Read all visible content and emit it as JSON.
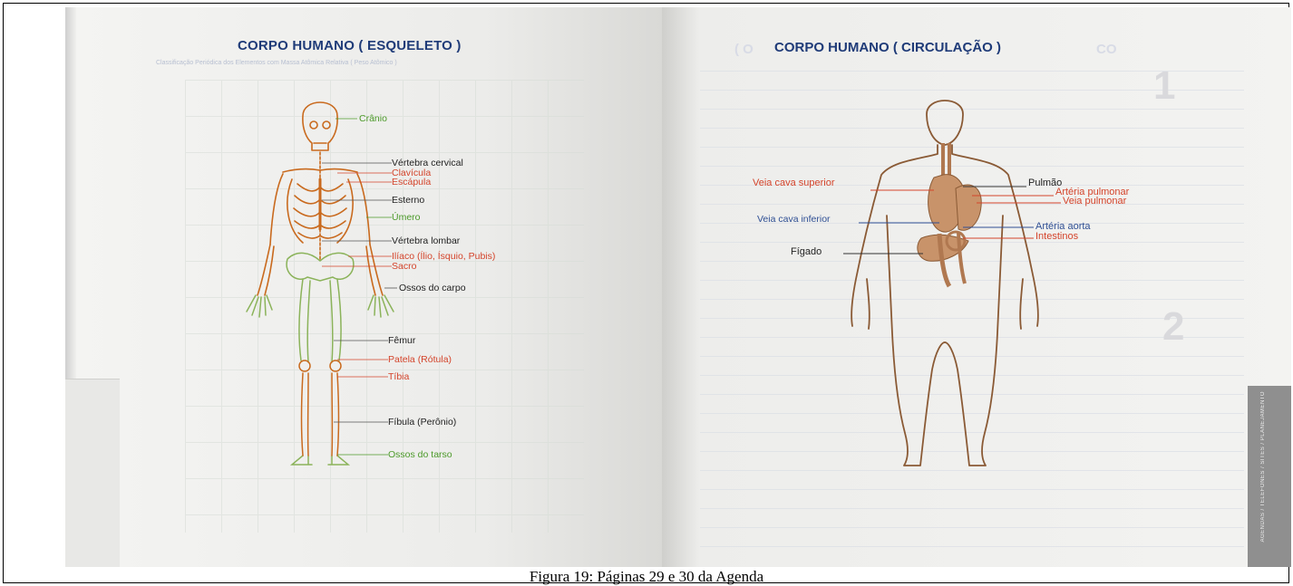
{
  "left_page": {
    "title": "CORPO HUMANO ( ESQUELETO )",
    "subtitle": "Classificação Periódica dos Elementos com Massa Atômica Relativa ( Peso Atômico )",
    "labels": [
      "Crânio",
      "Vértebra cervical",
      "Clavícula",
      "Escápula",
      "Esterno",
      "Úmero",
      "Vértebra lombar",
      "Ilíaco (Ílio, Ísquio, Pubis)",
      "Sacro",
      "Ossos do carpo",
      "Fêmur",
      "Patela (Rótula)",
      "Tíbia",
      "Fíbula (Perônio)",
      "Ossos do tarso"
    ]
  },
  "right_page": {
    "title": "CORPO HUMANO ( CIRCULAÇÃO )",
    "ghost_title_left": "( O",
    "ghost_title_right": "CO",
    "ghost_number_1": "1",
    "ghost_number_2": "2",
    "labels": [
      "Veia cava superior",
      "Pulmão",
      "Artéria pulmonar",
      "Veia pulmonar",
      "Veia cava inferior",
      "Artéria aorta",
      "Intestinos",
      "Fígado"
    ],
    "side_tab": "AGENDAS / TELEFONES / SITES / PLANEJAMENTO"
  },
  "caption": "Figura 19: Páginas 29 e 30 da Agenda",
  "colors": {
    "title": "#1f3b78",
    "skeleton": "#c96a1e",
    "heart": "#b07850",
    "outline": "#8a5a35"
  }
}
